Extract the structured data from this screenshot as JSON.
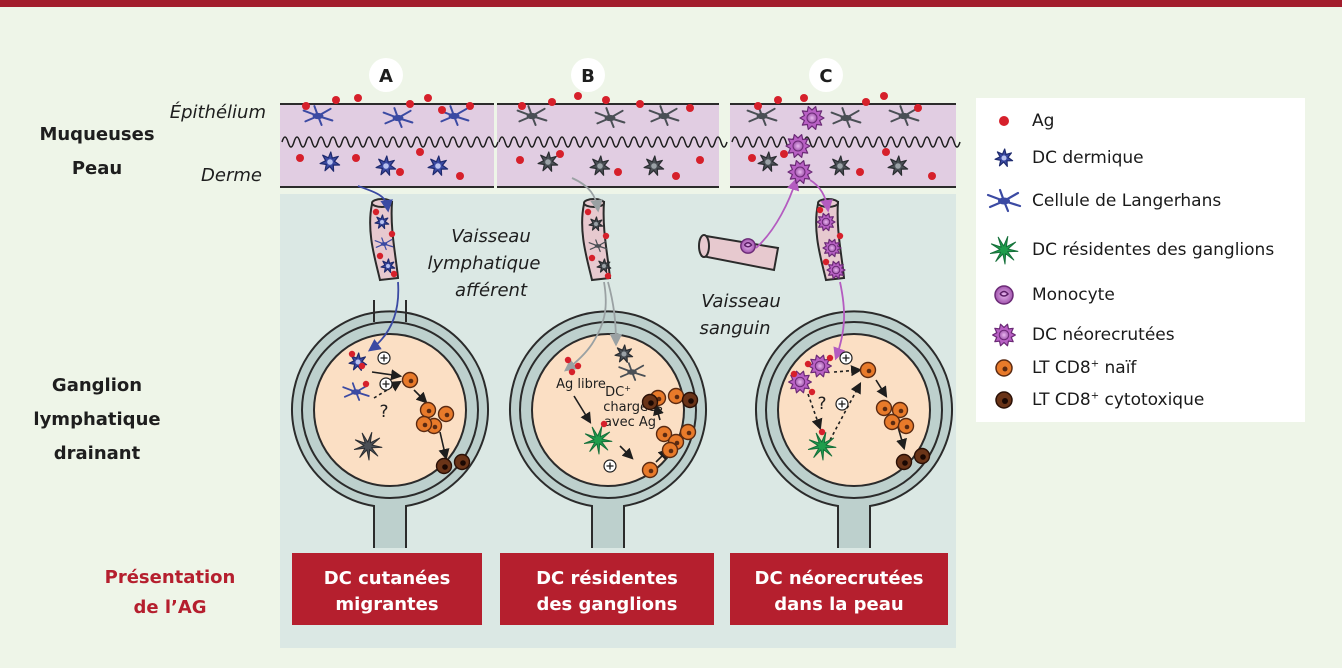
{
  "colors": {
    "top_bar": "#a21d2c",
    "background": "#eef5e8",
    "panel": "#dbe8e4",
    "skin": "#e1cde2",
    "node": "#fbdfc4",
    "accent_red": "#b51f2e",
    "ag": "#d6202b",
    "dc_dermal": "#3b4aa3",
    "resident_dc": "#1f9d4c",
    "monocyte": "#9c4aa6",
    "naive_cd8": "#e87a2a",
    "cytotoxic_cd8": "#5a2a12"
  },
  "row_labels": {
    "mucosa": "Muqueuses",
    "skin": "Peau",
    "lymph_node_1": "Ganglion",
    "lymph_node_2": "lymphatique",
    "lymph_node_3": "drainant",
    "presentation_1": "Présentation",
    "presentation_2": "de l’AG"
  },
  "layer_labels": {
    "epithelium": "Épithélium",
    "dermis": "Derme"
  },
  "panel_letters": [
    "A",
    "B",
    "C"
  ],
  "vessel_labels": {
    "lymphatic_1": "Vaisseau",
    "lymphatic_2": "lymphatique",
    "lymphatic_3": "afférent",
    "blood_1": "Vaisseau",
    "blood_2": "sanguin"
  },
  "node_annotations": {
    "question": "?",
    "plus": "+",
    "free_ag": "Ag libre",
    "loaded_dc_1": "DC",
    "loaded_dc_sup": "+",
    "loaded_dc_2": "chargées",
    "loaded_dc_3": "avec Ag"
  },
  "presentation_boxes": [
    {
      "line1": "DC cutanées",
      "line2": "migrantes"
    },
    {
      "line1": "DC résidentes",
      "line2": "des ganglions"
    },
    {
      "line1": "DC néorecrutées",
      "line2": "dans la peau"
    }
  ],
  "legend": [
    {
      "icon": "ag-dot-icon",
      "label": "Ag",
      "sup": "",
      "suffix": ""
    },
    {
      "icon": "dermal-dc-icon",
      "label": "DC dermique",
      "sup": "",
      "suffix": ""
    },
    {
      "icon": "langerhans-cell-icon",
      "label": "Cellule de Langerhans",
      "sup": "",
      "suffix": ""
    },
    {
      "icon": "resident-dc-icon",
      "label": "DC résidentes des ganglions",
      "sup": "",
      "suffix": ""
    },
    {
      "icon": "monocyte-icon",
      "label": "Monocyte",
      "sup": "",
      "suffix": ""
    },
    {
      "icon": "recruited-dc-icon",
      "label": "DC néorecrutées",
      "sup": "",
      "suffix": ""
    },
    {
      "icon": "naive-cd8-icon",
      "label": "LT CD8",
      "sup": "+",
      "suffix": " naïf"
    },
    {
      "icon": "cytotoxic-cd8-icon",
      "label": "LT CD8",
      "sup": "+",
      "suffix": " cytotoxique"
    }
  ]
}
